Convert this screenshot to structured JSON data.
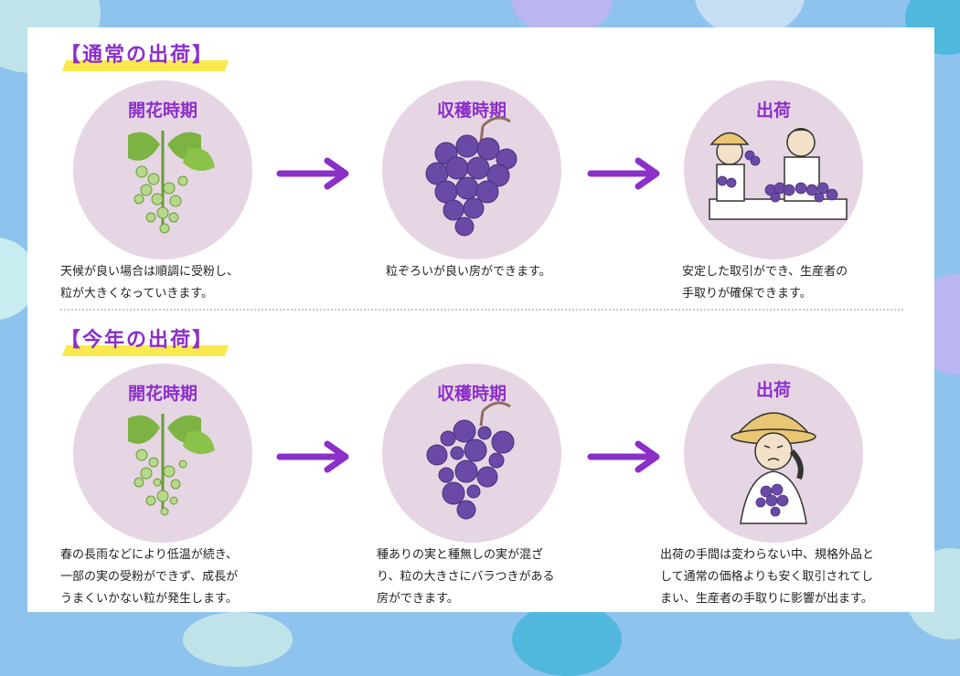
{
  "colors": {
    "accent": "#8b2fc9",
    "circle_bg": "#e6d6e3",
    "highlight": "#f9e94e",
    "grape_purple": "#6a4aa6",
    "grape_green": "#9cc66a"
  },
  "sections": [
    {
      "title": "【通常の出荷】",
      "stages": [
        {
          "label": "開花時期",
          "icon": "grape-flower-icon",
          "description": [
            "天候が良い場合は順調に受粉し、",
            "粒が大きくなっていきます。"
          ]
        },
        {
          "label": "収穫時期",
          "icon": "grape-bunch-icon",
          "description": [
            "粒ぞろいが良い房ができます。"
          ]
        },
        {
          "label": "出荷",
          "icon": "happy-farmers-icon",
          "description": [
            "安定した取引ができ、生産者の",
            "手取りが確保できます。"
          ]
        }
      ]
    },
    {
      "title": "【今年の出荷】",
      "stages": [
        {
          "label": "開花時期",
          "icon": "grape-flower-icon",
          "description": [
            "春の長雨などにより低温が続き、",
            "一部の実の受粉ができず、成長が",
            "うまくいかない粒が発生します。"
          ]
        },
        {
          "label": "収穫時期",
          "icon": "uneven-grape-bunch-icon",
          "description": [
            "種ありの実と種無しの実が混ざ",
            "り、粒の大きさにバラつきがある",
            "房ができます。"
          ]
        },
        {
          "label": "出荷",
          "icon": "worried-farmer-icon",
          "description": [
            "出荷の手間は変わらない中、規格外品と",
            "して通常の価格よりも安く取引されてし",
            "まい、生産者の手取りに影響が出ます。"
          ]
        }
      ]
    }
  ]
}
